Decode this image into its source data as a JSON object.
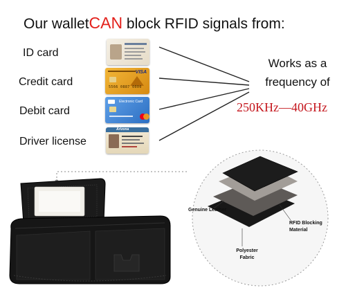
{
  "headline": {
    "prefix": "Our wallet",
    "highlight": "CAN",
    "suffix": " block RFID signals from:"
  },
  "cards": [
    {
      "label": "ID card"
    },
    {
      "label": "Credit card"
    },
    {
      "label": "Debit card"
    },
    {
      "label": "Driver license"
    }
  ],
  "frequency": {
    "line1": "Works as a",
    "line2": "frequency of",
    "range": "250KHz—40GHz"
  },
  "layers": [
    {
      "label": "Genuine Leather"
    },
    {
      "label": "RFID Blocking Material"
    },
    {
      "label": "Polyester Fabric"
    }
  ],
  "card_marks": {
    "credit_brand": "VISA",
    "credit_number": "5566 0887 0000",
    "debit_bank": "Electronic Card",
    "license_state": "Arizona"
  },
  "colors": {
    "accent_red": "#e3211c",
    "frequency_red": "#c4151c",
    "wallet_leather": "#1a1a1a"
  }
}
